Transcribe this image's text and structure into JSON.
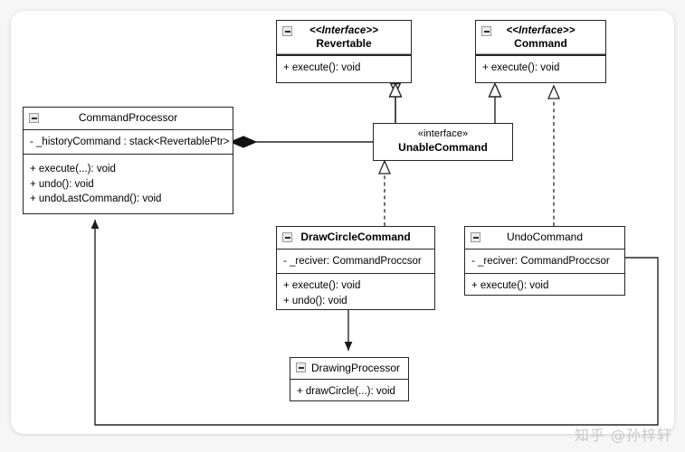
{
  "diagram": {
    "type": "uml-class-diagram",
    "title": "Command Pattern UML Class Diagram",
    "background_color": "#f6f6f6",
    "canvas_color": "#ffffff",
    "line_color": "#262626",
    "classes": [
      {
        "id": "revertable",
        "name": "Revertable",
        "stereotype": "<<Interface>>",
        "stereotype_style": "angle",
        "title_bold": true,
        "attributes": [],
        "methods": [
          "+ execute(): void"
        ],
        "collapse_icon": "minus-icon"
      },
      {
        "id": "command",
        "name": "Command",
        "stereotype": "<<Interface>>",
        "stereotype_style": "angle",
        "title_bold": true,
        "attributes": [],
        "methods": [
          "+ execute(): void"
        ],
        "collapse_icon": "minus-icon"
      },
      {
        "id": "unablecommand",
        "name": "UnableCommand",
        "stereotype": "«interface»",
        "stereotype_style": "guillemet",
        "title_bold": true,
        "attributes": [],
        "methods": [],
        "collapse_icon": null
      },
      {
        "id": "commandprocessor",
        "name": "CommandProcessor",
        "stereotype": null,
        "title_bold": false,
        "attributes": [
          "- _historyCommand : stack<RevertablePtr>"
        ],
        "methods": [
          "+ execute(...): void",
          "+ undo(): void",
          "+ undoLastCommand(): void"
        ],
        "collapse_icon": "minus-icon"
      },
      {
        "id": "drawcirclecommand",
        "name": "DrawCircleCommand",
        "stereotype": null,
        "title_bold": true,
        "attributes": [
          "- _reciver: CommandProccsor"
        ],
        "methods": [
          "+ execute(): void",
          "+ undo(): void"
        ],
        "collapse_icon": "minus-icon"
      },
      {
        "id": "undocommand",
        "name": "UndoCommand",
        "stereotype": null,
        "title_bold": false,
        "attributes": [
          "- _reciver: CommandProccsor"
        ],
        "methods": [
          "+ execute(): void"
        ],
        "collapse_icon": "minus-icon"
      },
      {
        "id": "drawingprocessor",
        "name": "DrawingProcessor",
        "stereotype": null,
        "title_bold": false,
        "attributes": [],
        "methods": [
          "+ drawCircle(...): void"
        ],
        "collapse_icon": "minus-icon"
      }
    ],
    "relationships": [
      {
        "from": "unablecommand",
        "to": "revertable",
        "kind": "generalization",
        "line": "solid",
        "head": "hollow-triangle"
      },
      {
        "from": "unablecommand",
        "to": "command",
        "kind": "generalization",
        "line": "solid",
        "head": "hollow-triangle"
      },
      {
        "from": "undocommand",
        "to": "command",
        "kind": "realization",
        "line": "dashed",
        "head": "hollow-triangle"
      },
      {
        "from": "drawcirclecommand",
        "to": "unablecommand",
        "kind": "realization",
        "line": "dashed",
        "head": "hollow-triangle"
      },
      {
        "from": "commandprocessor",
        "to": "unablecommand",
        "kind": "composition",
        "line": "solid",
        "head": "filled-diamond"
      },
      {
        "from": "drawcirclecommand",
        "to": "drawingprocessor",
        "kind": "association",
        "line": "solid",
        "head": "filled-arrow"
      },
      {
        "from": "undocommand",
        "to": "commandprocessor",
        "kind": "association",
        "line": "solid",
        "head": "filled-arrow"
      }
    ]
  },
  "watermark": {
    "text": "知乎 @孙梓轩"
  }
}
